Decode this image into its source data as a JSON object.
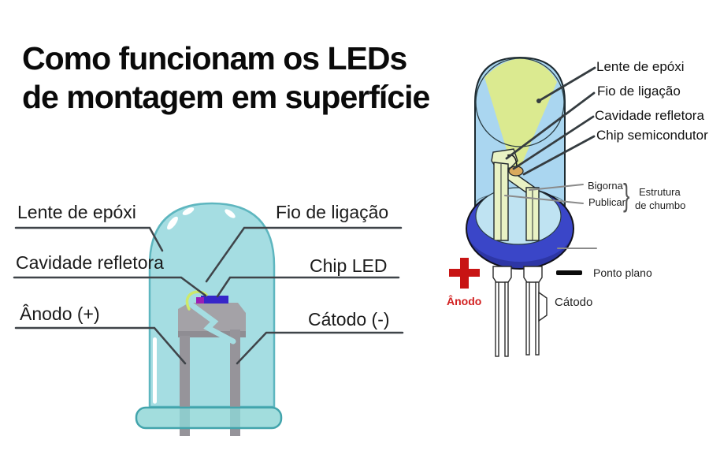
{
  "title": {
    "line1": "Como funcionam os LEDs",
    "line2": "de montagem em superfície"
  },
  "left_diagram": {
    "name": "led-cross-section",
    "labels": {
      "lente": "Lente de epóxi",
      "fio": "Fio de ligação",
      "cavidade": "Cavidade refletora",
      "chip": "Chip LED",
      "anodo": "Ânodo (+)",
      "catodo": "Cátodo (-)"
    }
  },
  "right_diagram": {
    "name": "led-3d-view",
    "labels": {
      "lente": "Lente de epóxi",
      "fio": "Fio de ligação",
      "cavidade": "Cavidade refletora",
      "chip": "Chip semicondutor",
      "bigorna": "Bigorna",
      "publicar": "Publicar",
      "estrutura_line1": "Estrutura",
      "estrutura_line2": "de chumbo",
      "ponto_plano": "Ponto plano",
      "anodo": "Ânodo",
      "catodo": "Cátodo"
    },
    "icons": {
      "anode_plus": "+",
      "flat_point_bar": "▬",
      "lead_frame_bracket": "}"
    }
  },
  "colors": {
    "lens_cyan": "#a5dde2",
    "lens_outline": "#5eb6bf",
    "flange_teal": "#8ed5d5",
    "flange_teal_outline": "#42a4ac",
    "metal_gray": "#a4a2a7",
    "metal_gray_dark": "#96949a",
    "chip_blue": "#3726c9",
    "chip_magenta": "#9a1fb5",
    "wire_green": "#cde96a",
    "dome_blue": "#aad6f0",
    "light_cone": "#dbea90",
    "frame_pale": "#e9f2c4",
    "flange_blue": "#3a46c8",
    "anode_red": "#c81414",
    "pointer_dark": "#3a4145",
    "pointer_gray": "#8a8a8a"
  }
}
